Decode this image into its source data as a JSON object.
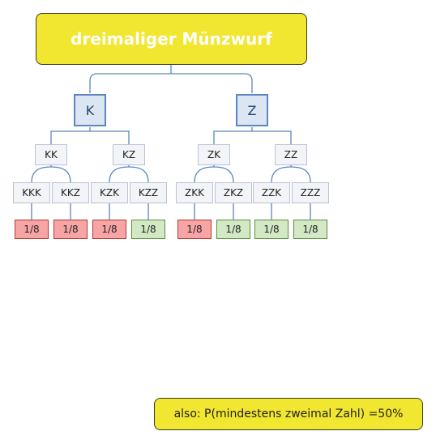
{
  "title": "dreimaliger Münzwurf",
  "level1": [
    "K",
    "Z"
  ],
  "level2": [
    "KK",
    "KZ",
    "ZK",
    "ZZ"
  ],
  "level3": [
    "KKK",
    "KKZ",
    "KZK",
    "KZZ",
    "ZKK",
    "ZKZ",
    "ZZK",
    "ZZZ"
  ],
  "probabilities": [
    {
      "label": "1/8",
      "color": "#f7a4a4"
    },
    {
      "label": "1/8",
      "color": "#f7a4a4"
    },
    {
      "label": "1/8",
      "color": "#f7a4a4"
    },
    {
      "label": "1/8",
      "color": "#d3e8c4"
    },
    {
      "label": "1/8",
      "color": "#f7a4a4"
    },
    {
      "label": "1/8",
      "color": "#d3e8c4"
    },
    {
      "label": "1/8",
      "color": "#d3e8c4"
    },
    {
      "label": "1/8",
      "color": "#d3e8c4"
    }
  ],
  "result": "also: P(mindestens zweimal Zahl) =50%",
  "colors": {
    "accent": "#f1e630",
    "node_fill": "#dce6f2",
    "node_border": "#5b86bf"
  }
}
